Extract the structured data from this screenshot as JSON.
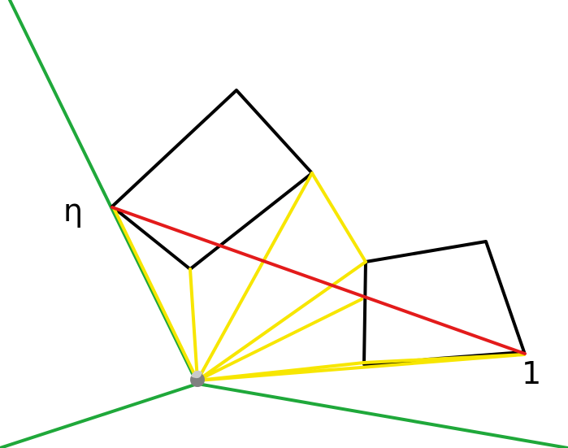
{
  "labels": {
    "left": "η",
    "right": "1"
  },
  "colors": {
    "background": "#ffffff",
    "boundary_lines": "#1fa83a",
    "squares": "#000000",
    "yellow_fan": "#f7e600",
    "red_segment": "#e31b1b",
    "center_blob": "#808080"
  },
  "elements": {
    "boundary_lines": 3,
    "squares": 2,
    "yellow_rays": 7,
    "red_segment": 1
  }
}
